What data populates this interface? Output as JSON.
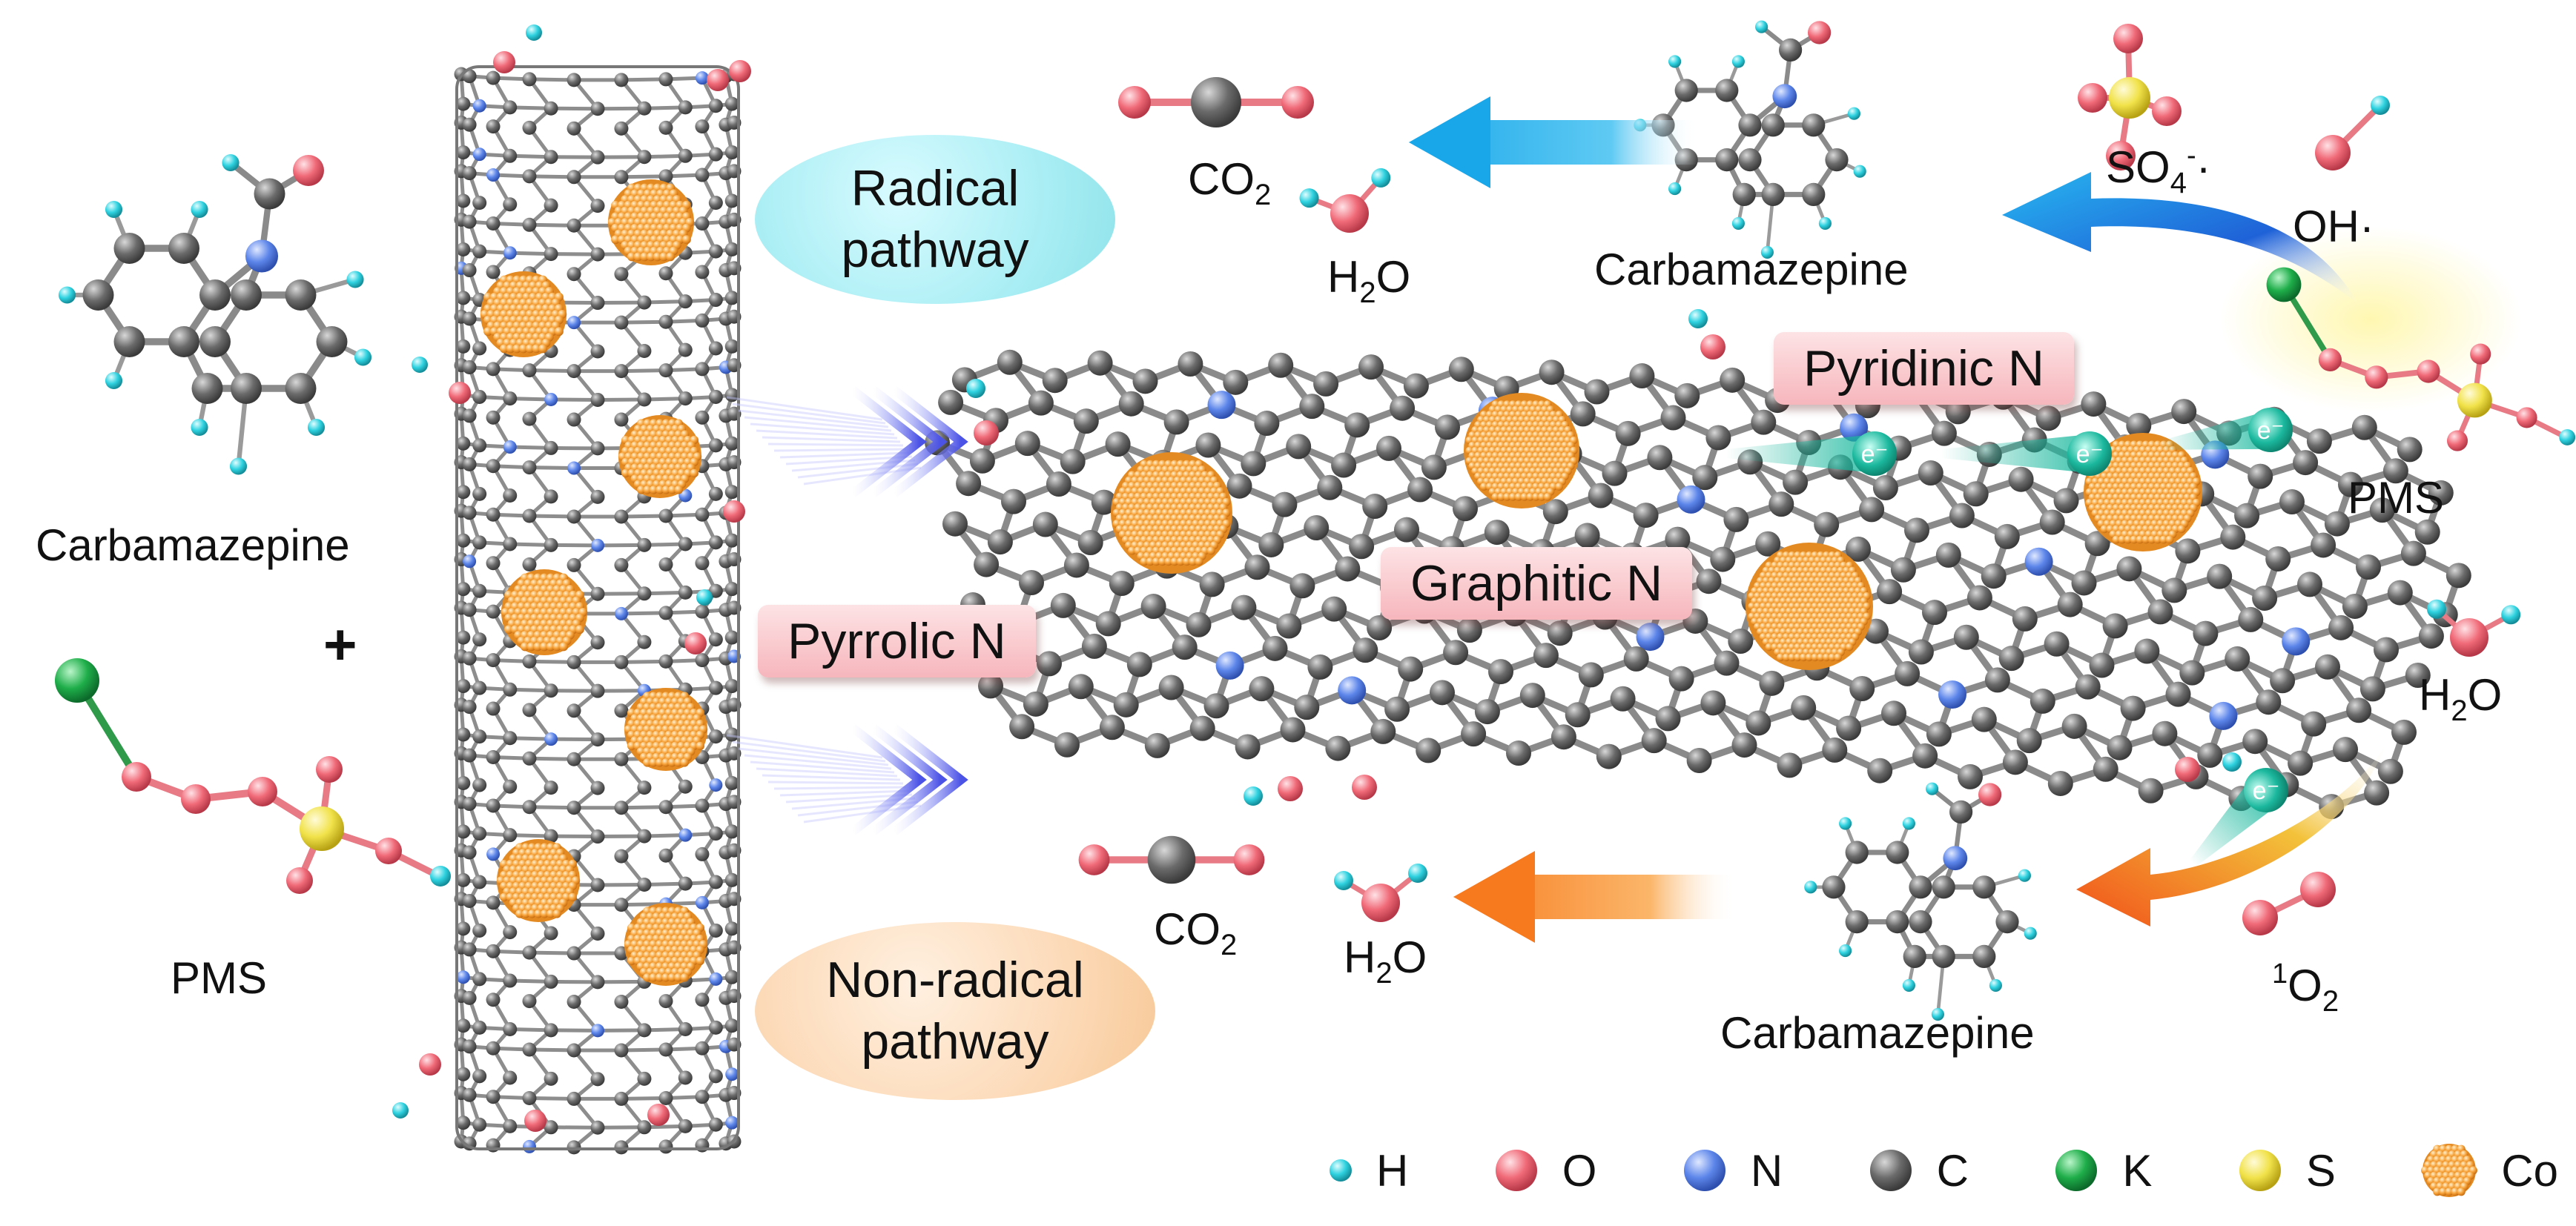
{
  "reactants": {
    "carbamazepine_label": "Carbamazepine",
    "plus": "+",
    "pms_label": "PMS"
  },
  "pathways": {
    "radical": {
      "line1": "Radical",
      "line2": "pathway"
    },
    "nonradical": {
      "line1": "Non-radical",
      "line2": "pathway"
    }
  },
  "nitrogen_sites": {
    "pyridinic": "Pyridinic N",
    "graphitic": "Graphitic N",
    "pyrrolic": "Pyrrolic N"
  },
  "radical_side": {
    "co2_main": "CO",
    "co2_sub": "2",
    "h2o_main_1": "H",
    "h2o_sub": "2",
    "h2o_main_2": "O",
    "carbamazepine_label": "Carbamazepine",
    "sulfate_main": "SO",
    "sulfate_sub": "4",
    "sulfate_sup": "-",
    "sulfate_dot": "·",
    "hydroxyl_main": "OH",
    "hydroxyl_dot": "·",
    "pms_label": "PMS"
  },
  "nonradical_side": {
    "co2_main": "CO",
    "co2_sub": "2",
    "h2o_main_1": "H",
    "h2o_sub": "2",
    "h2o_main_2": "O",
    "carbamazepine_label": "Carbamazepine",
    "singlet_sup": "1",
    "singlet_main": "O",
    "singlet_sub": "2"
  },
  "surface": {
    "h2o_main_1": "H",
    "h2o_sub": "2",
    "h2o_main_2": "O",
    "electron": "e⁻"
  },
  "legend": [
    {
      "symbol": "H",
      "color": "#2fd2e0"
    },
    {
      "symbol": "O",
      "color": "#f06a78"
    },
    {
      "symbol": "N",
      "color": "#5d86ea"
    },
    {
      "symbol": "C",
      "color": "#666666"
    },
    {
      "symbol": "K",
      "color": "#1fae4a"
    },
    {
      "symbol": "S",
      "color": "#f1e24a"
    },
    {
      "symbol": "Co",
      "color": "#f7a33a"
    }
  ],
  "colors": {
    "carbon": "#666666",
    "bond": "#8a8a8a",
    "nitrogen": "#5d86ea",
    "oxygen": "#f06a78",
    "hydrogen": "#2fd2e0",
    "potassium": "#1fae4a",
    "sulfur": "#f1e24a",
    "cobalt": "#f7a33a",
    "radical_bubble": "#a9eef4",
    "nonradical_bubble": "#fcd9b6",
    "radical_arrow": "#2fb6ee",
    "nonradical_arrow": "#f7862a",
    "electron": "#1bb89e"
  }
}
